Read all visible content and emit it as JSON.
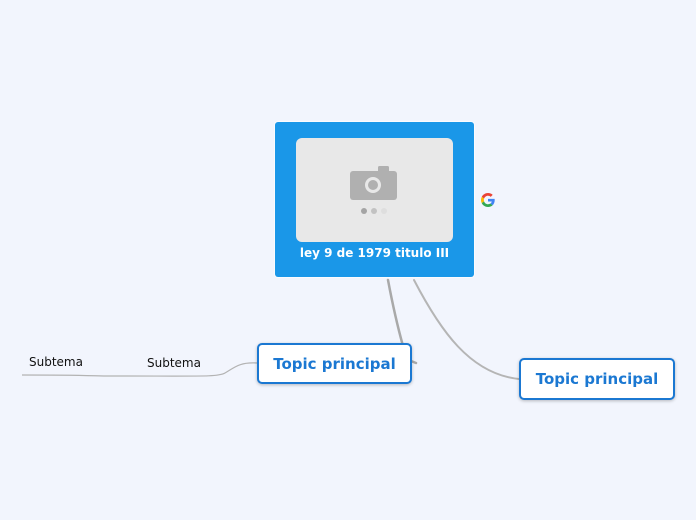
{
  "central": {
    "title": "ley 9 de 1979 titulo III"
  },
  "topics": [
    {
      "label": "Topic principal"
    },
    {
      "label": "Topic principal"
    }
  ],
  "subtopics": [
    {
      "label": "Subtema"
    },
    {
      "label": "Subtema"
    }
  ],
  "icons": {
    "image": "camera-icon",
    "search": "google-icon"
  },
  "colors": {
    "background": "#f2f5fd",
    "central_fill": "#1a97e8",
    "topic_border": "#1b78d2",
    "topic_text": "#1b78d2",
    "connector": "#a9a9a9"
  }
}
